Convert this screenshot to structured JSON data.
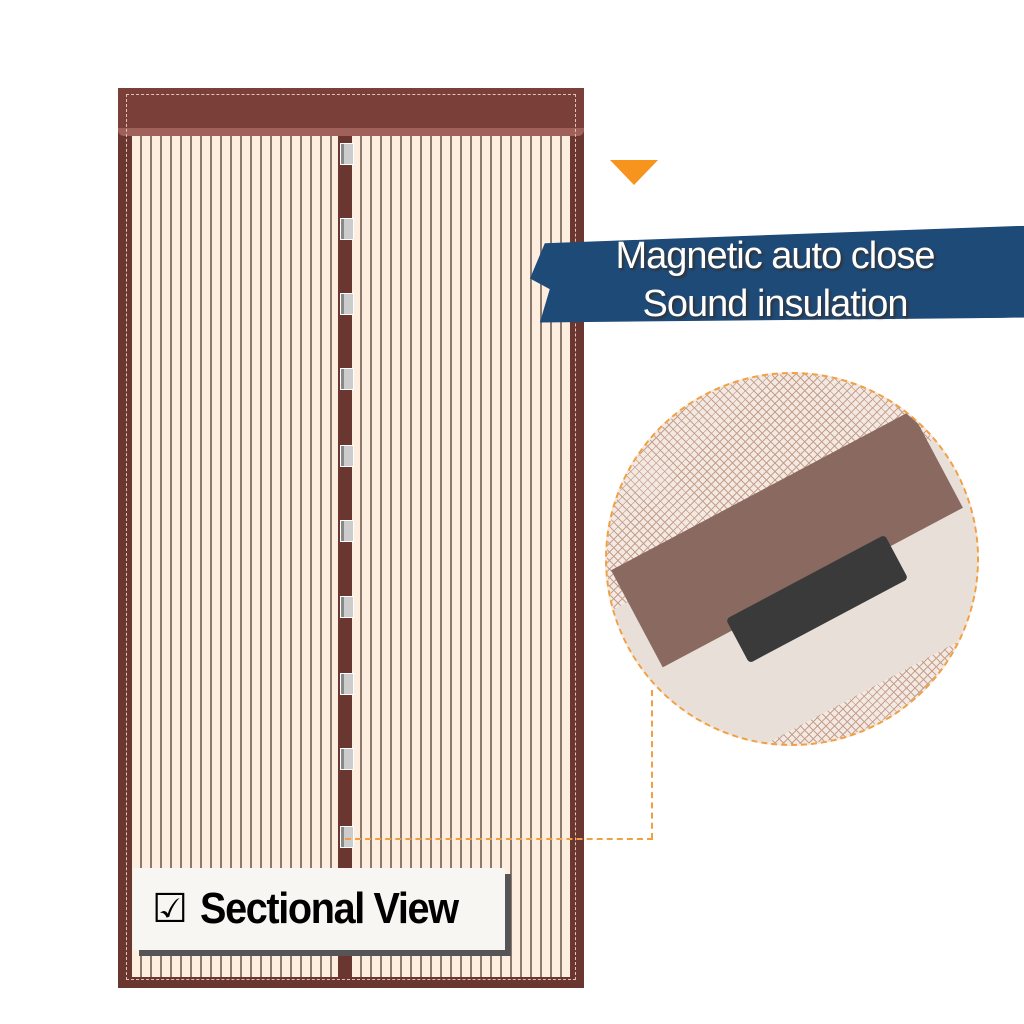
{
  "banner": {
    "line1": "Magnetic auto close",
    "line2": "Sound insulation"
  },
  "label": {
    "check_icon": "☑",
    "text": "Sectional View"
  },
  "colors": {
    "frame": "#6a3730",
    "mesh": "#fdeee0",
    "banner": "#1e4a78",
    "accent": "#f7941d"
  }
}
